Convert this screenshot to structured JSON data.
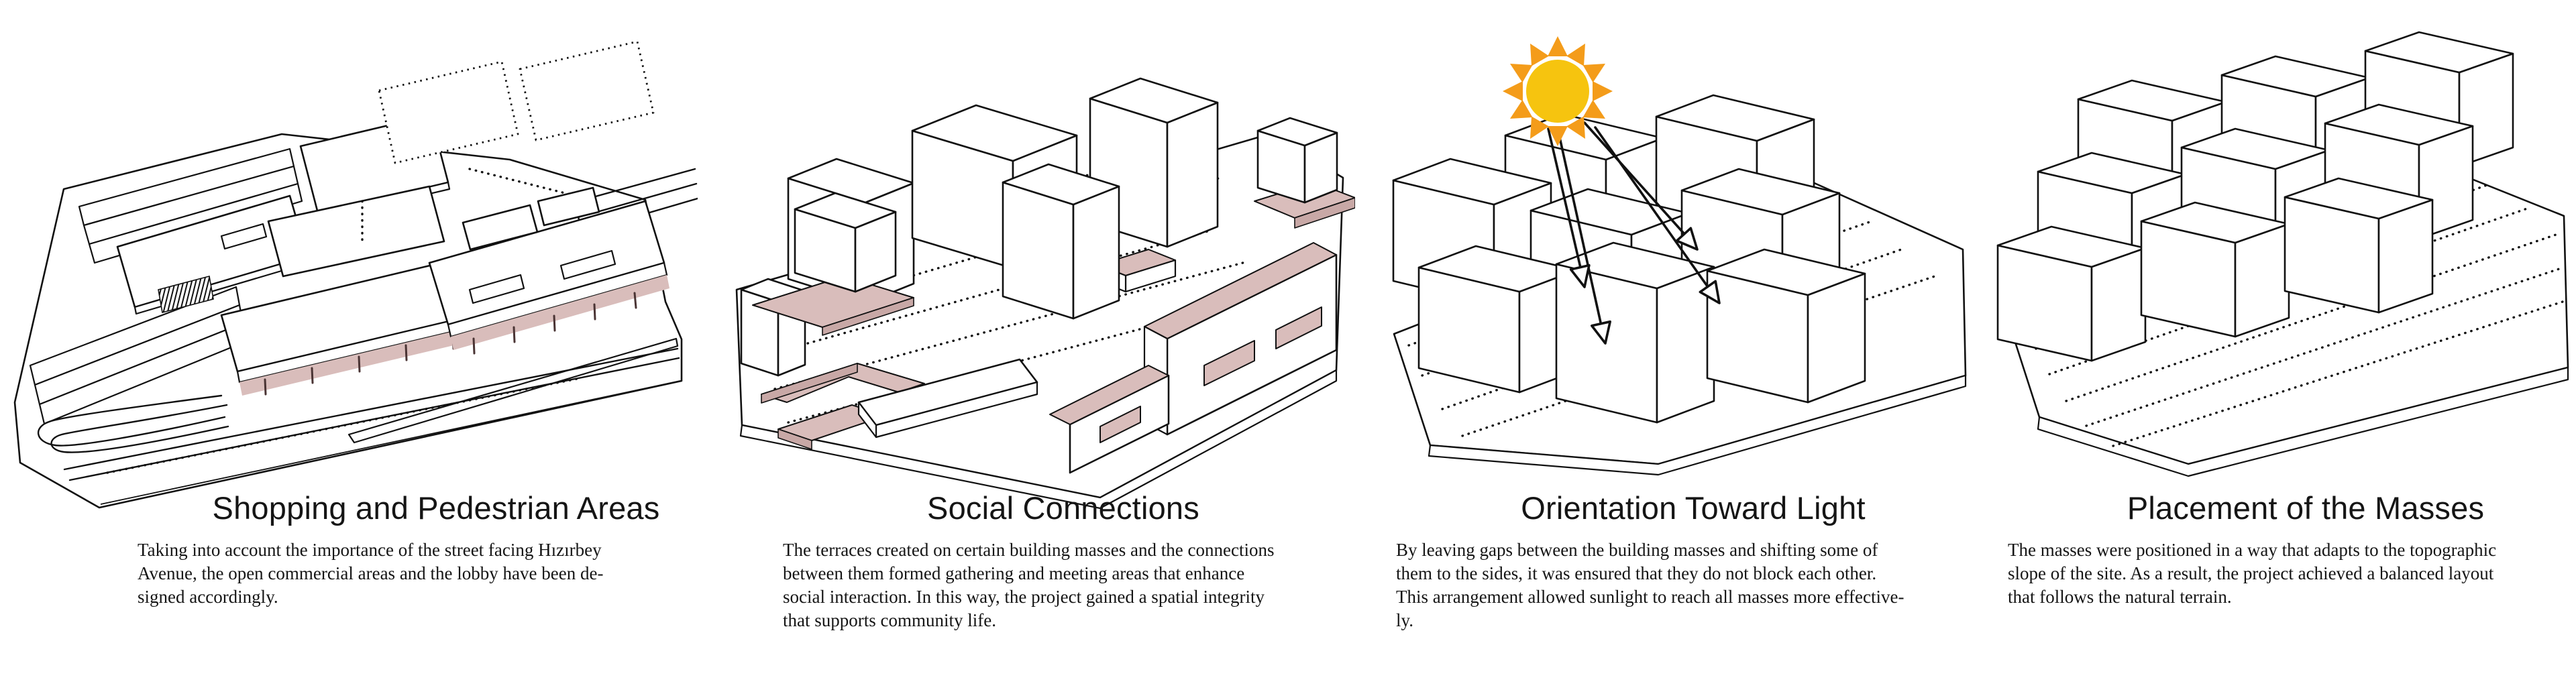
{
  "document": {
    "background": "#FFFFFF",
    "text_color": "#151515"
  },
  "colors": {
    "line": "#111111",
    "terrace_pink": "#D9BDBB",
    "terrace_pink_edge": "#C8A8A6",
    "column_tick": "#4A3434",
    "sun_core": "#F6C40F",
    "sun_ray": "#F49C1A"
  },
  "panels": [
    {
      "id": "shopping-and-pedestrian-areas",
      "title": "Shopping and Pedestrian Areas",
      "description_lines": [
        "Taking into account the importance of the street facing Hızırbey",
        "Avenue, the open commercial areas and the lobby have been de-",
        "signed accordingly."
      ],
      "diagram_alt": "Isometric site drawing with pink-highlighted open commercial arcade strips, hatched canopy, terraced slope and looping access road"
    },
    {
      "id": "social-connections",
      "title": "Social Connections",
      "description_lines": [
        "The terraces created on certain building masses and the connections",
        "between them formed gathering and meeting areas that enhance",
        "social interaction. In this way, the project gained a spatial integrity",
        "that supports community life."
      ],
      "diagram_alt": "Isometric building masses linked by pink terraces, decks and pink window openings on a sloped site"
    },
    {
      "id": "orientation-toward-light",
      "title": "Orientation Toward Light",
      "description_lines": [
        "By leaving gaps between the building masses and shifting some of",
        "them to the sides, it was ensured that they do not block each other.",
        "This arrangement allowed sunlight to reach all masses more effective-",
        "ly."
      ],
      "diagram_alt": "Sun with rays and arrows reaching shifted building masses on a stepped site",
      "sun_icon": "sun-icon"
    },
    {
      "id": "placement-of-the-masses",
      "title": "Placement of the Masses",
      "description_lines": [
        "The masses were positioned in a way that adapts to the topographic",
        "slope of the site. As a result, the project achieved a balanced layout",
        "that follows the natural terrain."
      ],
      "diagram_alt": "Nine rectangular masses arranged in rows on stepped topographic terrain"
    }
  ]
}
